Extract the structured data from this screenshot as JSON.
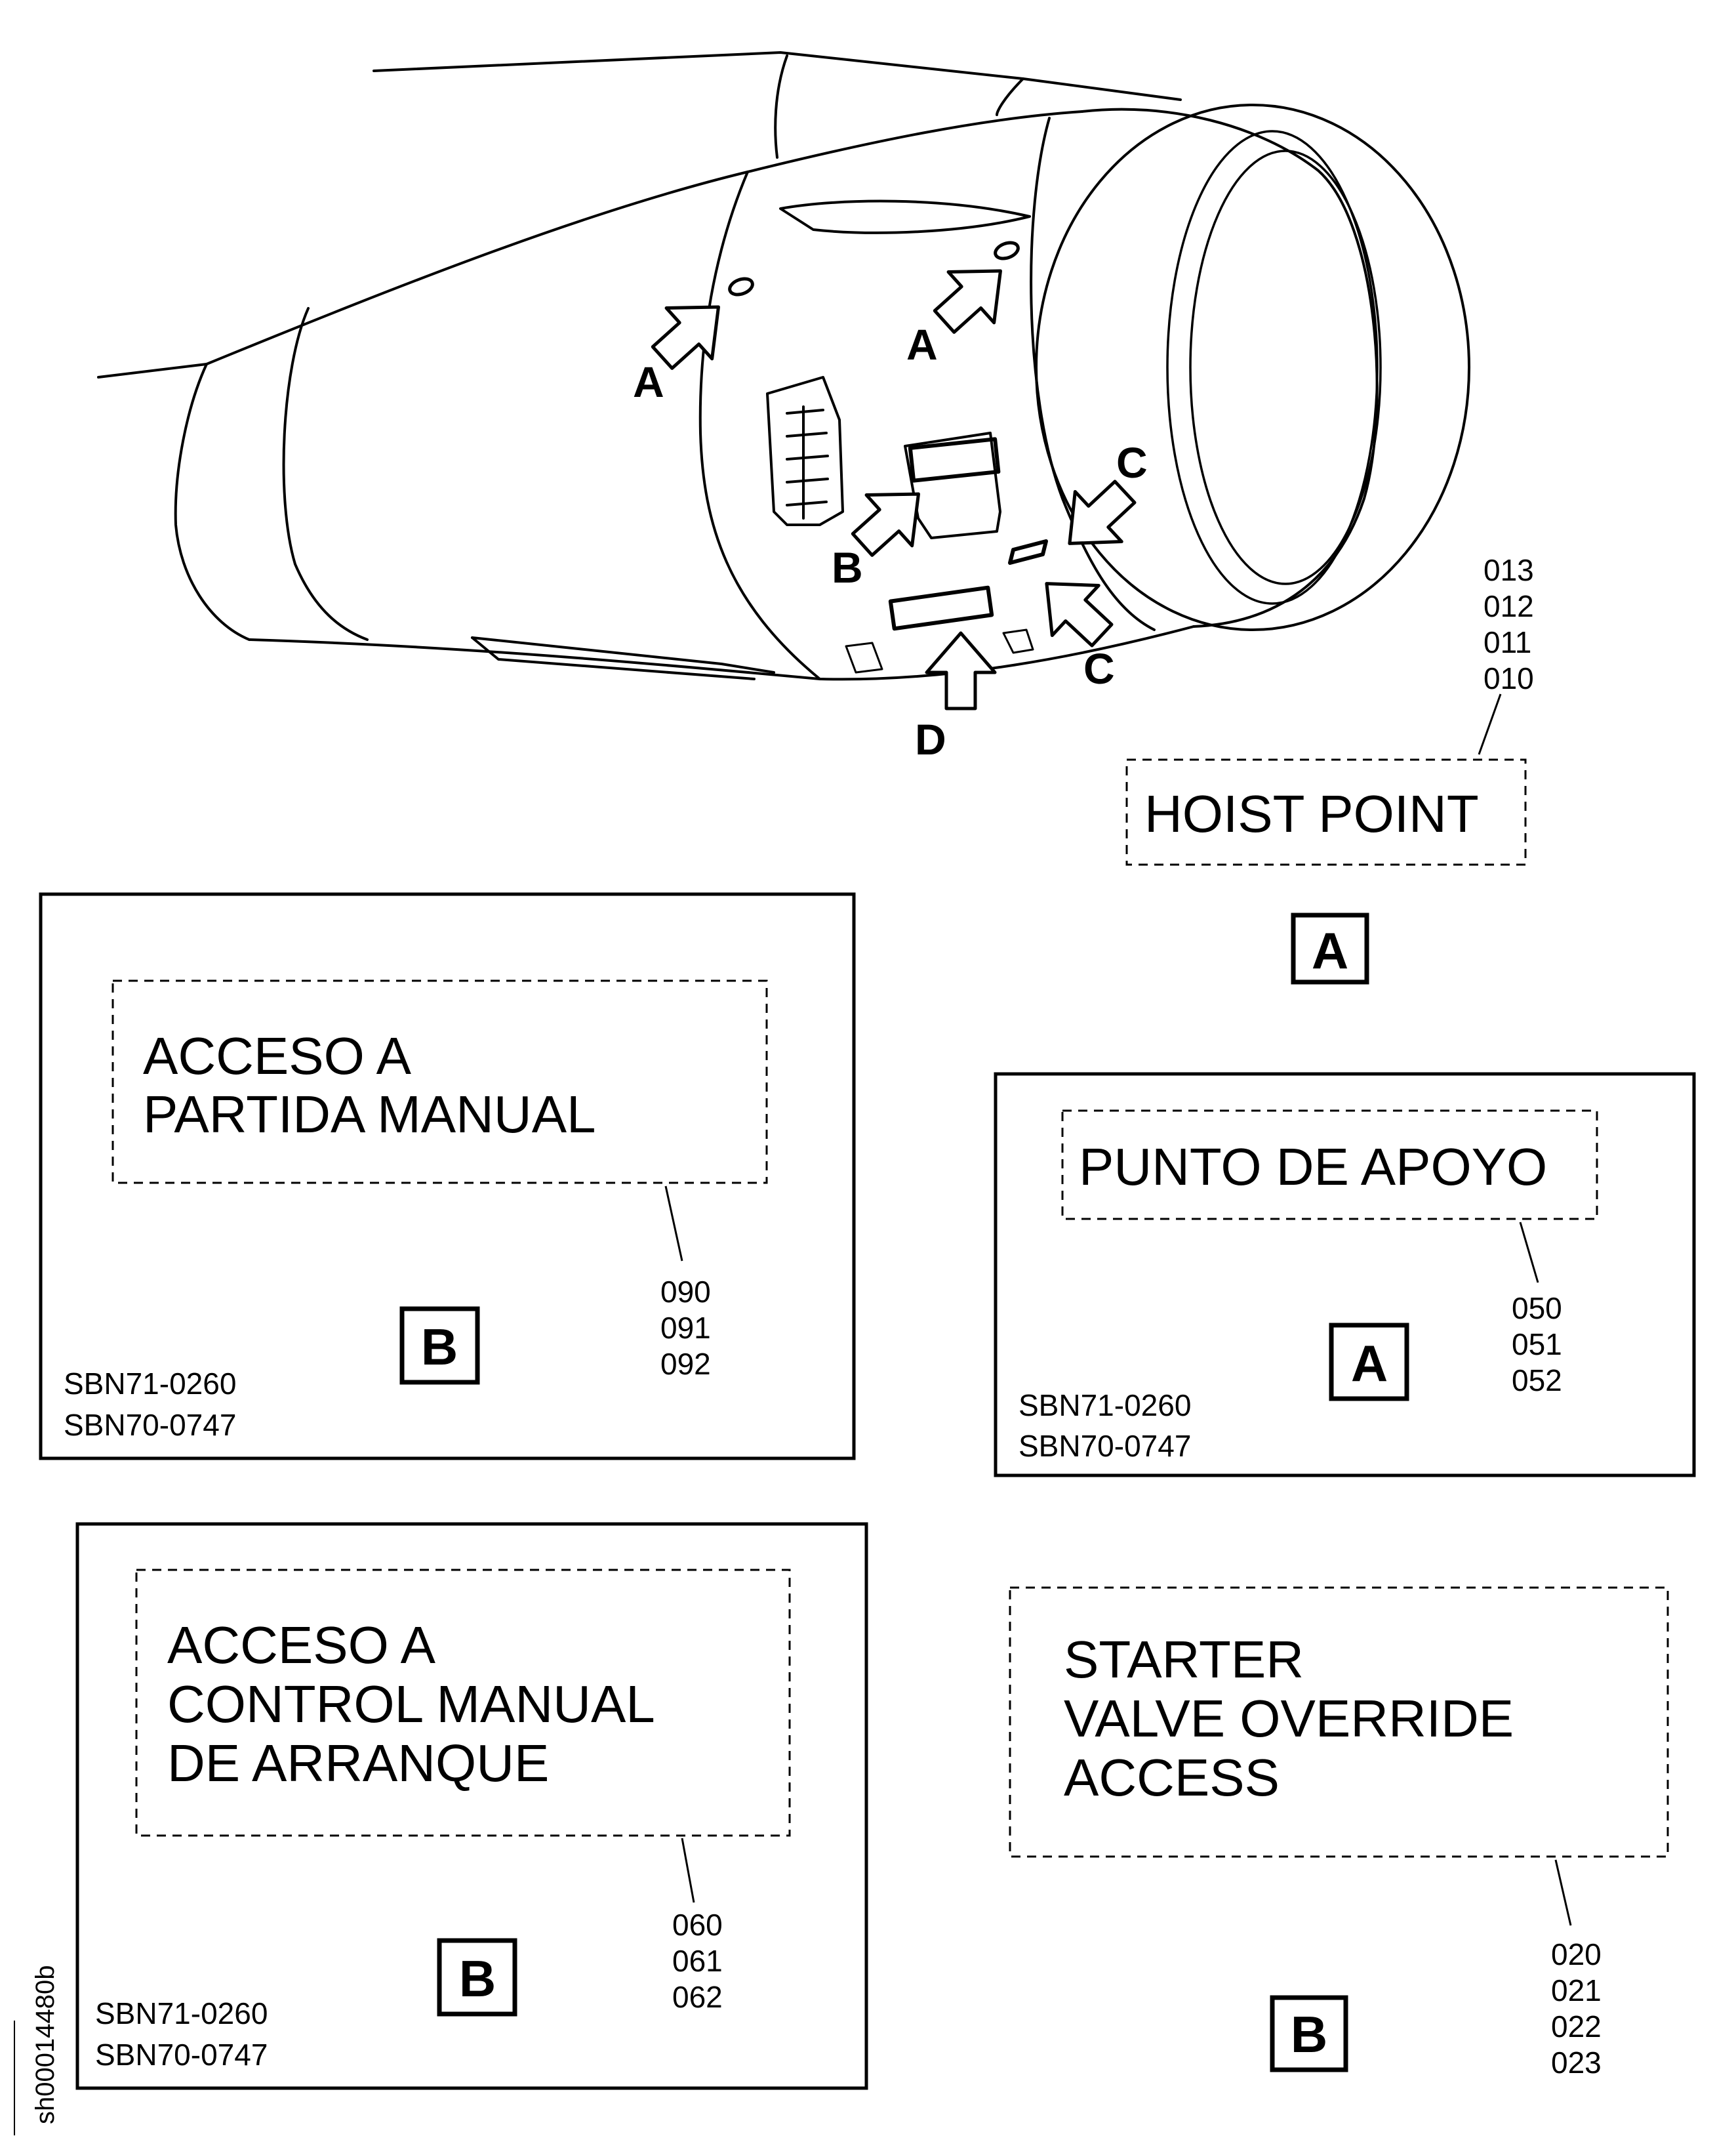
{
  "engine": {
    "arrow_labels": [
      "A",
      "A",
      "B",
      "C",
      "C",
      "D"
    ]
  },
  "hoist_label": {
    "text": "HOIST POINT",
    "item_numbers": [
      "013",
      "012",
      "011",
      "010"
    ],
    "view_letter": "A"
  },
  "panel_b_manual_start": {
    "text_lines": [
      "ACCESO A",
      "PARTIDA MANUAL"
    ],
    "item_numbers": [
      "090",
      "091",
      "092"
    ],
    "view_letter": "B",
    "sbn": [
      "SBN71-0260",
      "SBN70-0747"
    ]
  },
  "panel_a_support": {
    "text": "PUNTO DE APOYO",
    "item_numbers": [
      "050",
      "051",
      "052"
    ],
    "view_letter": "A",
    "sbn": [
      "SBN71-0260",
      "SBN70-0747"
    ]
  },
  "panel_b_start_control": {
    "text_lines": [
      "ACCESO A",
      "CONTROL MANUAL",
      "DE ARRANQUE"
    ],
    "item_numbers": [
      "060",
      "061",
      "062"
    ],
    "view_letter": "B",
    "sbn": [
      "SBN71-0260",
      "SBN70-0747"
    ]
  },
  "starter_label": {
    "text_lines": [
      "STARTER",
      "VALVE OVERRIDE",
      "ACCESS"
    ],
    "item_numbers": [
      "020",
      "021",
      "022",
      "023"
    ],
    "view_letter": "B"
  },
  "figure_id": "sh00014480b"
}
